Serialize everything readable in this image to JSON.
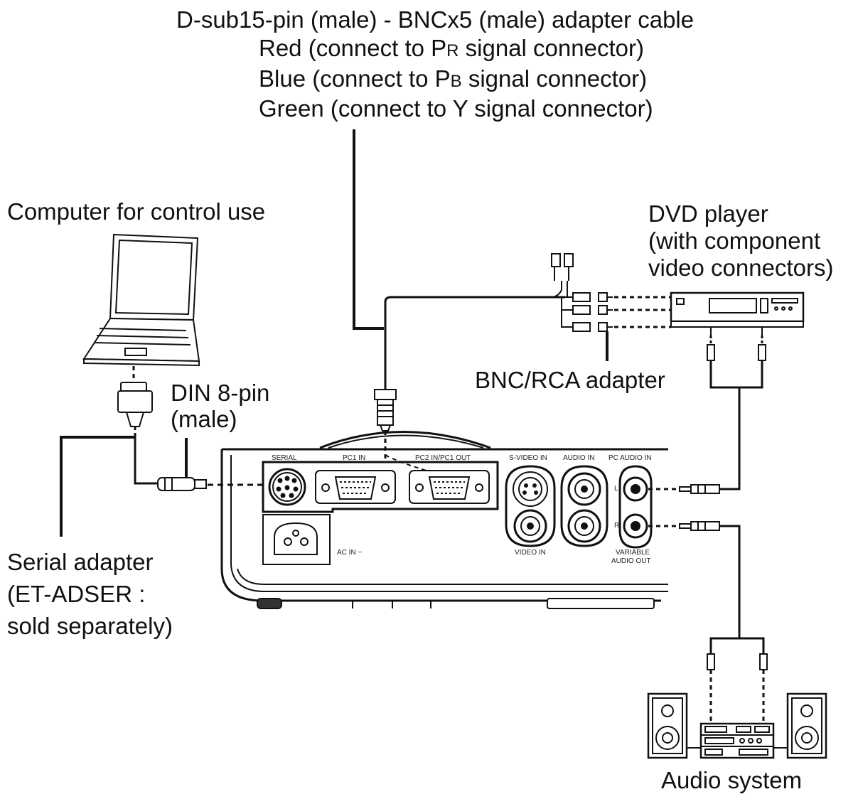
{
  "labels": {
    "cable_title": "D-sub15-pin (male) - BNCx5 (male) adapter cable",
    "cable_red_pre": "Red (connect to P",
    "cable_red_sub": "R",
    "cable_red_post": " signal connector)",
    "cable_blue_pre": "Blue (connect to P",
    "cable_blue_sub": "B",
    "cable_blue_post": " signal connector)",
    "cable_green": "Green (connect to Y signal connector)",
    "computer": "Computer for control use",
    "dvd_line1": "DVD player",
    "dvd_line2": "(with component",
    "dvd_line3": "video connectors)",
    "bnc_rca": "BNC/RCA adapter",
    "din_line1": "DIN 8-pin",
    "din_line2": "(male)",
    "serial_line1": "Serial adapter",
    "serial_line2": "(ET-ADSER :",
    "serial_line3": "sold separately)",
    "audio_system": "Audio system"
  },
  "ports": {
    "serial": "SERIAL",
    "pc1_in": "PC1 IN",
    "pc2_in_pc1_out": "PC2 IN/PC1 OUT",
    "s_video_in": "S-VIDEO IN",
    "audio_in": "AUDIO IN",
    "pc_audio_in": "PC AUDIO IN",
    "video_in": "VIDEO IN",
    "ac_in": "AC IN ~",
    "variable_audio_out_1": "VARIABLE",
    "variable_audio_out_2": "AUDIO OUT",
    "left": "L",
    "right": "R"
  }
}
